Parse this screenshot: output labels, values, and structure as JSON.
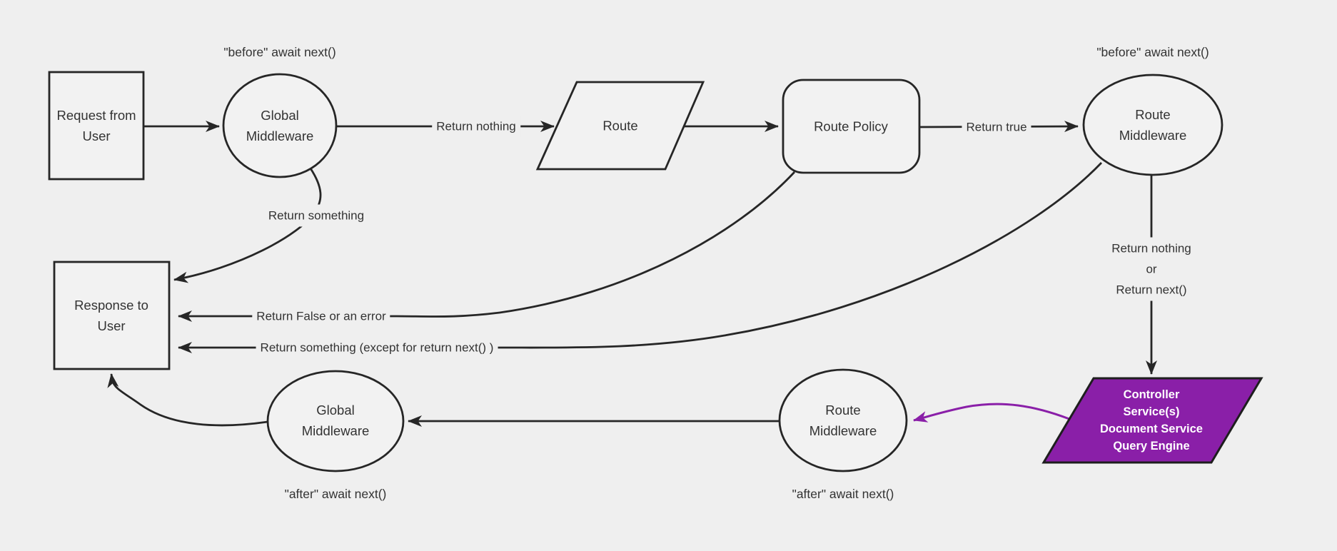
{
  "title": "Middleware request lifecycle flowchart",
  "colors": {
    "background": "#efefef",
    "line": "#262626",
    "text": "#333333",
    "accent_purple": "#8a1fa8",
    "node_fill": "#f2f2f2",
    "controller_text": "#ffffff"
  },
  "nodes": {
    "request": {
      "label": "Request from\nUser",
      "shape": "rectangle"
    },
    "global_middleware_before": {
      "label": "Global\nMiddleware",
      "shape": "ellipse"
    },
    "route": {
      "label": "Route",
      "shape": "parallelogram"
    },
    "route_policy": {
      "label": "Route Policy",
      "shape": "rounded-rectangle"
    },
    "route_middleware_before": {
      "label": "Route\nMiddleware",
      "shape": "ellipse"
    },
    "response": {
      "label": "Response to\nUser",
      "shape": "rectangle"
    },
    "global_middleware_after": {
      "label": "Global\nMiddleware",
      "shape": "ellipse"
    },
    "route_middleware_after": {
      "label": "Route\nMiddleware",
      "shape": "ellipse"
    },
    "controller": {
      "label": "Controller\nService(s)\nDocument Service\nQuery Engine",
      "shape": "parallelogram",
      "fill": "#8a1fa8"
    }
  },
  "annotations": {
    "before_global": "\"before\" await next()",
    "before_route": "\"before\" await next()",
    "after_global": "\"after\" await next()",
    "after_route": "\"after\" await next()"
  },
  "edges": [
    {
      "from": "request",
      "to": "global_middleware_before",
      "label": ""
    },
    {
      "from": "global_middleware_before",
      "to": "route",
      "label": "Return nothing"
    },
    {
      "from": "route",
      "to": "route_policy",
      "label": ""
    },
    {
      "from": "route_policy",
      "to": "route_middleware_before",
      "label": "Return true"
    },
    {
      "from": "route_middleware_before",
      "to": "controller",
      "label": "Return nothing\nor\nReturn next()"
    },
    {
      "from": "global_middleware_before",
      "to": "response",
      "label": "Return something"
    },
    {
      "from": "route_policy",
      "to": "response",
      "label": "Return False or an error"
    },
    {
      "from": "route_middleware_before",
      "to": "response",
      "label": "Return something (except for return next() )"
    },
    {
      "from": "controller",
      "to": "route_middleware_after",
      "label": "",
      "color": "#8a1fa8"
    },
    {
      "from": "route_middleware_after",
      "to": "global_middleware_after",
      "label": ""
    },
    {
      "from": "global_middleware_after",
      "to": "response",
      "label": ""
    }
  ]
}
